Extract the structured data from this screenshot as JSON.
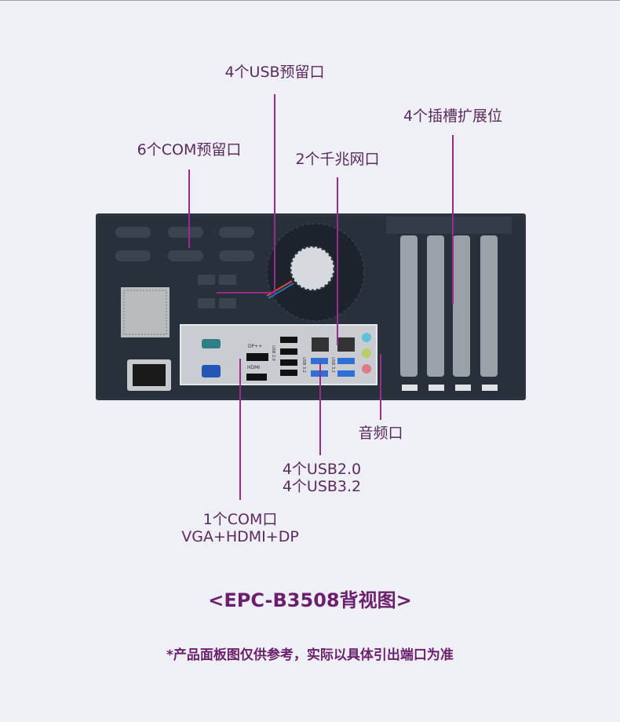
{
  "callouts": {
    "usb_reserved": "4个USB预留口",
    "com_reserved": "6个COM预留口",
    "lan": "2个千兆网口",
    "slots": "4个插槽扩展位",
    "audio": "音频口",
    "usb_line1": "4个USB2.0",
    "usb_line2": "4个USB3.2",
    "display_line1": "1个COM口",
    "display_line2": "VGA+HDMI+DP"
  },
  "io_panel": {
    "dp_label": "DP++",
    "hdmi_label": "HDMI",
    "usb20_label": "USB 2.0",
    "usb32_label": "USB 3.2"
  },
  "title": "<EPC-B3508背视图>",
  "note": "*产品面板图仅供参考，实际以具体引出端口为准",
  "colors": {
    "background": "#eff0f5",
    "callout_line": "#9b2c8e",
    "text": "#6b1f6e",
    "chassis": "#2b3440"
  }
}
